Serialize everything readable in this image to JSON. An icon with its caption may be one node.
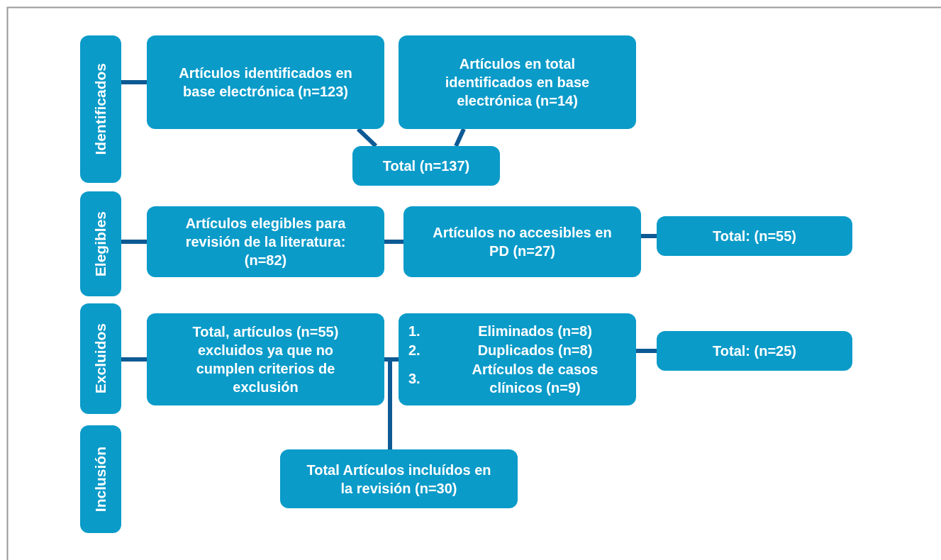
{
  "diagram": {
    "nodes": [
      {
        "text": [
          "Identificados"
        ]
      },
      {
        "text": [
          "Artículos identificados en base electrónica (n=123)"
        ]
      },
      {
        "text": [
          "Artículos en total identificados en base electrónica (n=14)"
        ]
      },
      {
        "text": [
          "Total (n=137)"
        ]
      },
      {
        "text": [
          "Elegibles"
        ]
      },
      {
        "text": [
          "Artículos elegibles para revisión de la literatura: (n=82)"
        ]
      },
      {
        "text": [
          "Artículos no accesibles en PD (n=27)"
        ]
      },
      {
        "text": [
          "Total: (n=55)"
        ]
      },
      {
        "text": [
          "Excluidos"
        ]
      },
      {
        "text": [
          "Total, artículos (n=55) excluidos ya que no cumplen criterios de exclusión"
        ]
      },
      {
        "text": [
          "1.",
          "Eliminados (n=8)",
          "2.",
          "Duplicados (n=8)",
          "3.",
          "Artículos de casos clínicos (n=9)"
        ]
      },
      {
        "text": [
          "Total: (n=25)"
        ]
      },
      {
        "text": [
          "Inclusión"
        ]
      },
      {
        "text": [
          "Total Artículos incluídos en la revisión (n=30)"
        ]
      }
    ],
    "edges": [
      {
        "from": 0,
        "to": 1,
        "arrow": "none"
      },
      {
        "from": 1,
        "to": 3,
        "arrow": "none"
      },
      {
        "from": 2,
        "to": 3,
        "arrow": "none"
      },
      {
        "from": 4,
        "to": 5,
        "arrow": "none"
      },
      {
        "from": 5,
        "to": 6,
        "arrow": "none"
      },
      {
        "from": 6,
        "to": 7,
        "arrow": "none"
      },
      {
        "from": 8,
        "to": 9,
        "arrow": "none"
      },
      {
        "from": 9,
        "to": 10,
        "arrow": "none"
      },
      {
        "from": 10,
        "to": 11,
        "arrow": "none"
      },
      {
        "from": 9,
        "to": 13,
        "arrow": "none"
      }
    ]
  }
}
